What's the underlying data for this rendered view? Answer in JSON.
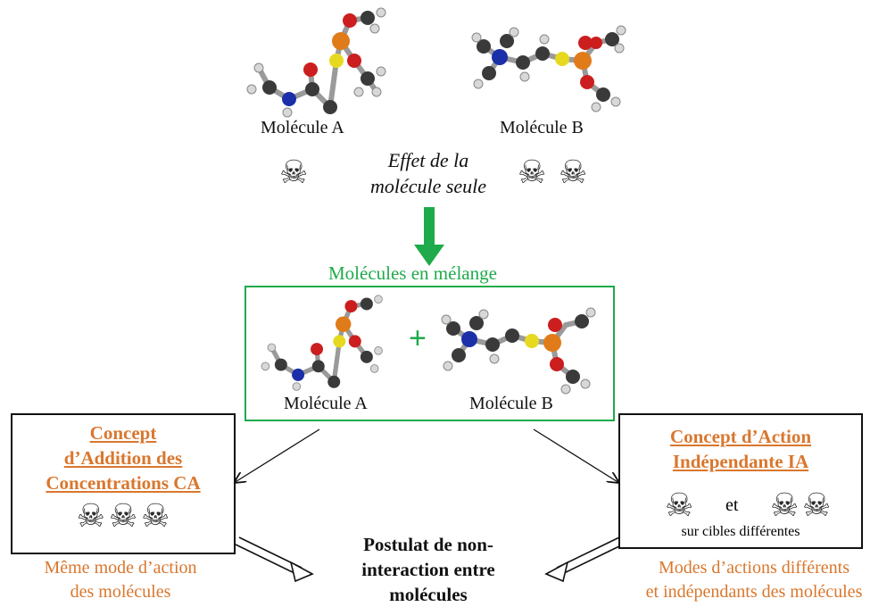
{
  "top": {
    "molecule_a_label": "Molécule A",
    "molecule_b_label": "Molécule B",
    "effect_line1": "Effet de la",
    "effect_line2": "molécule seule"
  },
  "mixture": {
    "title": "Molécules en mélange",
    "plus": "+",
    "molecule_a_label": "Molécule A",
    "molecule_b_label": "Molécule B"
  },
  "concept_ca": {
    "title_line1": "Concept",
    "title_line2": "d’Addition des",
    "title_line3": "Concentrations CA",
    "caption_line1": "Même mode d’action",
    "caption_line2": "des molécules"
  },
  "concept_ia": {
    "title_line1": "Concept d’Action",
    "title_line2": "Indépendante IA",
    "connector": "et",
    "note": "sur cibles différentes",
    "caption_line1": "Modes d’actions différents",
    "caption_line2": "et indépendants des molécules"
  },
  "postulate": {
    "line1": "Postulat de non-",
    "line2": "interaction entre",
    "line3": "molécules"
  },
  "icons": {
    "skull": "☠",
    "skull_name": "skull-icon",
    "molecule_name": "molecule-icon"
  },
  "colors": {
    "green": "#1faa4b",
    "orange": "#d9772e",
    "carbon": "#3a3a3a",
    "hydrogen": "#d8d8d8",
    "oxygen": "#cc1e1e",
    "nitrogen": "#1b2fa8",
    "sulfur": "#e6d91f",
    "phosphorus": "#e07b1a"
  }
}
